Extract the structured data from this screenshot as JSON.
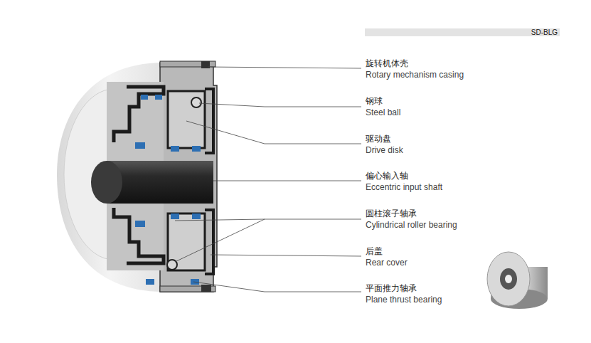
{
  "diagram": {
    "labels": [
      "SD-BLG",
      "旋转机体壳",
      "Rotary mechanism casing",
      "钢球",
      "Steel ball",
      "驱动盘",
      "Drive disk",
      "偏心输入轴",
      "Eccentric input shaft",
      "圆柱滚子轴承",
      "Cylindrical roller bearing",
      "后盖",
      "Rear cover",
      "平面推力轴承",
      "Plane thrust bearing"
    ]
  }
}
